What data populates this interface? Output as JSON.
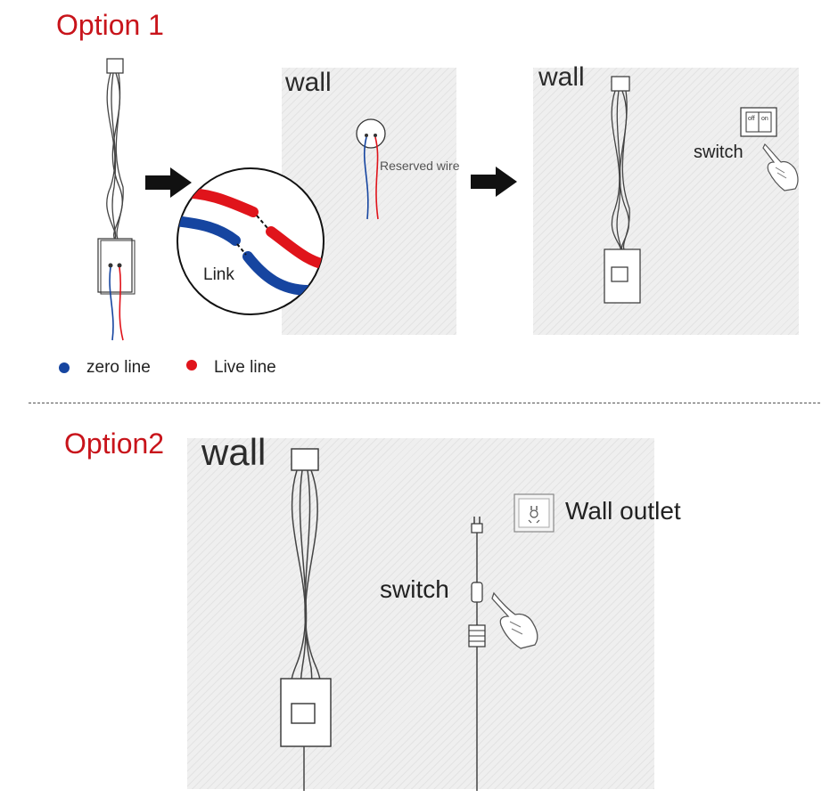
{
  "option1": {
    "title": "Option 1",
    "link_label": "Link",
    "wall_label": "wall",
    "reserved_wire_label": "Reserved wire",
    "wall_label_2": "wall",
    "switch_label": "switch",
    "switch_text_off": "off",
    "switch_text_on": "on",
    "legend": [
      {
        "label": "zero line",
        "color": "#1645a0"
      },
      {
        "label": "Live line",
        "color": "#e0141b"
      }
    ]
  },
  "option2": {
    "title": "Option2",
    "wall_label": "wall",
    "outlet_label": "Wall outlet",
    "switch_label": "switch"
  },
  "colors": {
    "title_red": "#c8141b",
    "zero_blue": "#1645a0",
    "live_red": "#e0141b"
  }
}
